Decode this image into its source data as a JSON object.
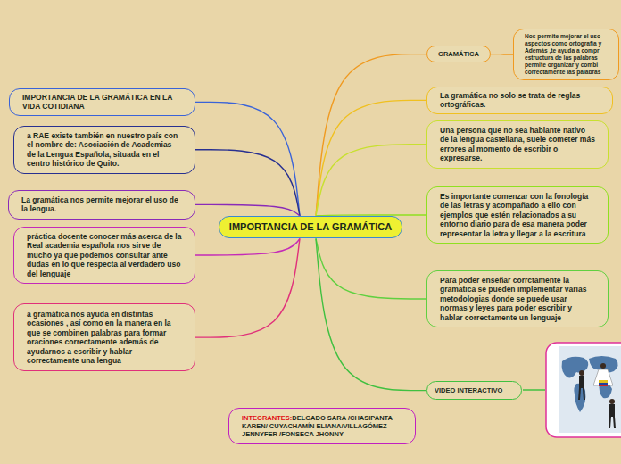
{
  "diagram": {
    "nodes": [
      {
        "text": [
          "IMPORTANCIA DE LA GRAMÁTICA"
        ]
      },
      {
        "text": [
          "IMPORTANCIA DE LA GRAMÁTICA EN LA VIDA COTIDIANA"
        ]
      },
      {
        "text": [
          "a RAE existe también en nuestro país con el nombre de: Asociación de Academias de la Lengua Española, situada en el centro histórico de Quito."
        ]
      },
      {
        "text": [
          "La gramática nos permite mejorar el uso de la lengua."
        ]
      },
      {
        "text": [
          "práctica docente conocer más acerca de la Real academia española nos sirve de mucho ya que podemos consultar ante dudas en lo que respecta al verdadero uso del lenguaje"
        ]
      },
      {
        "text": [
          "a gramática nos ayuda en distintas ocasiones , así como en la manera en la que se combinen palabras para formar oraciones correctamente además de ayudarnos a escribir y hablar correctamente una lengua"
        ]
      },
      {
        "text": [
          "GRAMÁTICA"
        ]
      },
      {
        "text": [
          "Nos permite mejorar el uso aspectos como ortografía y Además ,te ayuda a compr estructura de las palabras permite organizar y combi correctamente las palabras"
        ]
      },
      {
        "text": [
          "La gramática no solo se trata de reglas ortográficas."
        ]
      },
      {
        "text": [
          "Una persona que no sea hablante nativo de la lengua castellana, suele cometer más errores al momento de escribir o expresarse."
        ]
      },
      {
        "text": [
          "Es importante comenzar con la fonología de las letras y acompañado a ello con ejemplos que estén relacionados a su entorno diario para de esa manera poder representar la letra y llegar a la escritura"
        ]
      },
      {
        "text": [
          "Para poder enseñar corrctamente la gramatica se pueden implementar varias metodologias donde se puede usar normas y leyes para poder escribir y hablar correctamente un lenguaje"
        ]
      },
      {
        "text": [
          "VIDEO INTERACTIVO"
        ]
      },
      {
        "text": [
          "INTEGRANTES:",
          "DELGADO SARA /CHASIPANTA KAREN/ CUYACHAMÍN ELIANA/VILLAGÓMEZ JENNYFER /FONSECA JHONNY"
        ]
      }
    ],
    "edges": [
      {
        "from": 0,
        "to": 1,
        "arrow": "none"
      },
      {
        "from": 0,
        "to": 2,
        "arrow": "none"
      },
      {
        "from": 0,
        "to": 3,
        "arrow": "none"
      },
      {
        "from": 0,
        "to": 4,
        "arrow": "none"
      },
      {
        "from": 0,
        "to": 5,
        "arrow": "none"
      },
      {
        "from": 0,
        "to": 6,
        "arrow": "none"
      },
      {
        "from": 6,
        "to": 7,
        "arrow": "none"
      },
      {
        "from": 0,
        "to": 8,
        "arrow": "none"
      },
      {
        "from": 0,
        "to": 9,
        "arrow": "none"
      },
      {
        "from": 0,
        "to": 10,
        "arrow": "none"
      },
      {
        "from": 0,
        "to": 11,
        "arrow": "none"
      },
      {
        "from": 0,
        "to": 12,
        "arrow": "none"
      }
    ]
  }
}
